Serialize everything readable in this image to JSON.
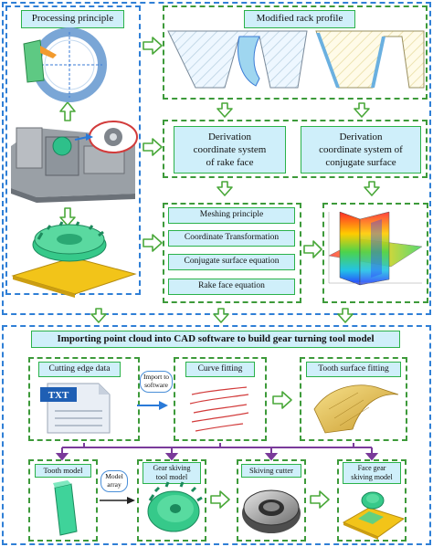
{
  "top": {
    "processing_principle": "Processing principle",
    "modified_rack_profile": "Modified rack profile",
    "derivation_rake_l1": "Derivation",
    "derivation_rake_l2": "coordinate system",
    "derivation_rake_l3": "of rake face",
    "derivation_conj_l1": "Derivation",
    "derivation_conj_l2": "coordinate system of",
    "derivation_conj_l3": "conjugate surface",
    "steps": [
      "Meshing principle",
      "Coordinate Transformation",
      "Conjugate surface equation",
      "Rake face equation"
    ]
  },
  "bottom": {
    "title": "Importing point cloud into CAD software to build gear turning tool model",
    "cutting_edge_data": "Cutting edge data",
    "txt_icon": "TXT",
    "import_l1": "Import to",
    "import_l2": "software",
    "curve_fitting": "Curve fitting",
    "tooth_surface_fitting": "Tooth surface fitting",
    "tooth_model": "Tooth model",
    "model_array_l1": "Model",
    "model_array_l2": "array",
    "gear_skiving_l1": "Gear skiving",
    "gear_skiving_l2": "tool model",
    "skiving_cutter": "Skiving cutter",
    "face_gear_l1": "Face gear",
    "face_gear_l2": "skiving model"
  },
  "colors": {
    "frame_blue": "#2f7fd6",
    "frame_green": "#3d9a3a",
    "label_fill": "#cfeffa",
    "label_border": "#2bb24a",
    "arrow_green": "#4aa83a",
    "arrow_purple": "#7a3a9a",
    "gear_green": "#36c98a"
  }
}
